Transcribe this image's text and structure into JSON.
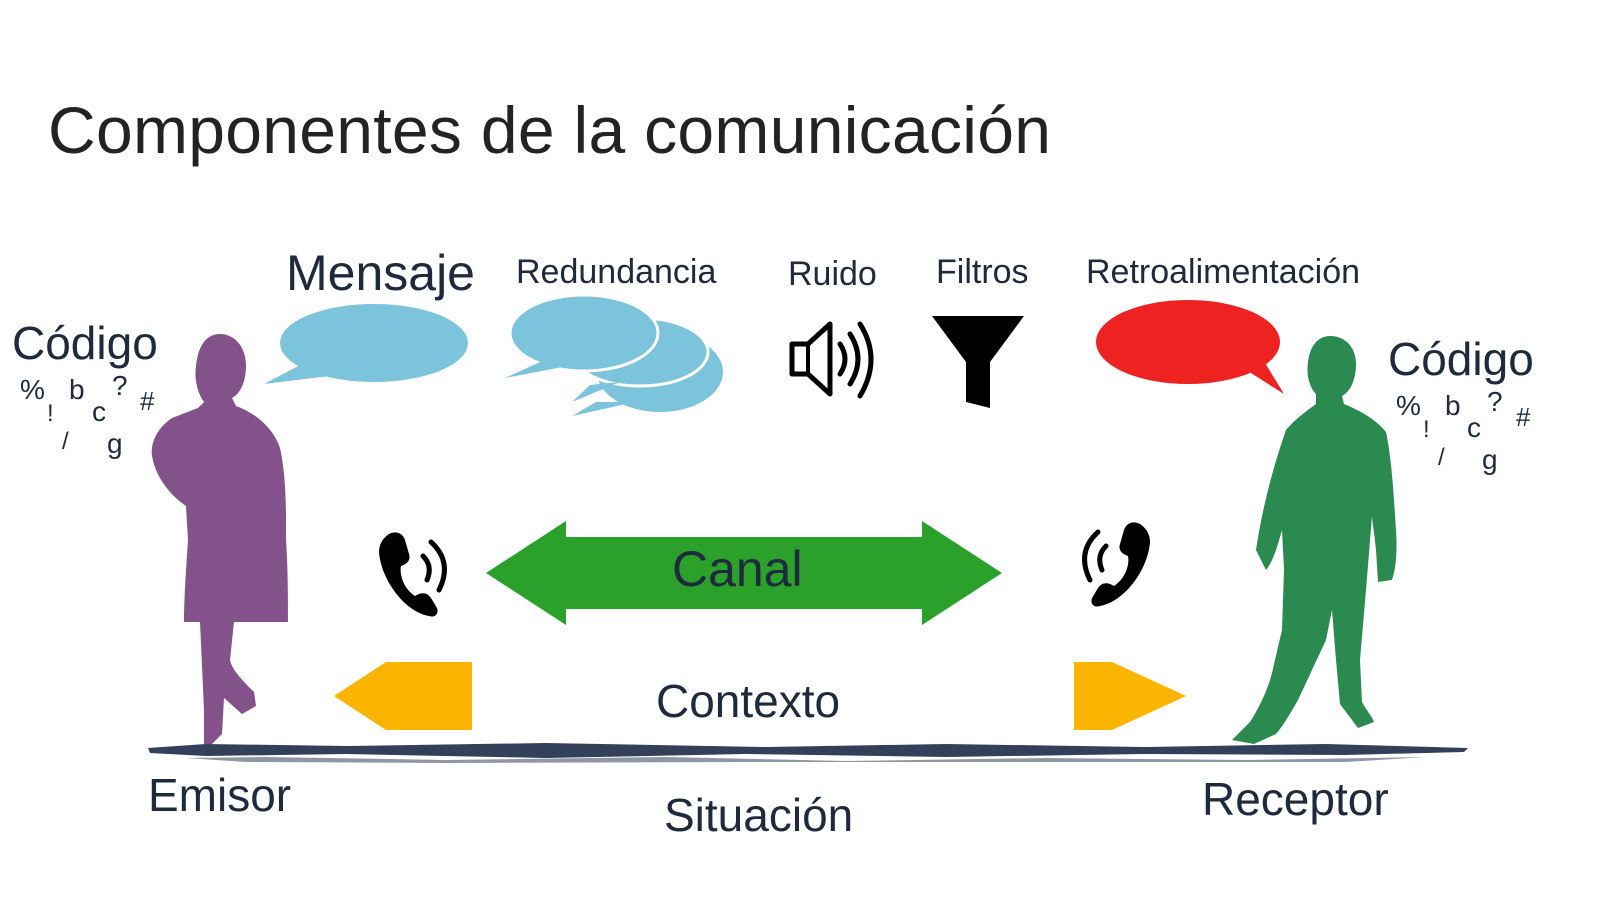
{
  "title": "Componentes de la comunicación",
  "labels": {
    "mensaje": "Mensaje",
    "redundancia": "Redundancia",
    "ruido": "Ruido",
    "filtros": "Filtros",
    "retroalimentacion": "Retroalimentación",
    "codigo_left": "Código",
    "codigo_right": "Código",
    "canal": "Canal",
    "contexto": "Contexto",
    "emisor": "Emisor",
    "receptor": "Receptor",
    "situacion": "Situación"
  },
  "code_symbols": [
    "%",
    "!",
    "/",
    "b",
    "c",
    "g",
    "?",
    "#"
  ],
  "colors": {
    "emisor": "#84528a",
    "receptor": "#2b8a50",
    "mensaje_bubble": "#7cc4dc",
    "retro_bubble": "#ee2221",
    "canal_arrow": "#2ba02a",
    "contexto_arrows": "#fbb400",
    "ground": "#33405a"
  },
  "icons": [
    "speech-bubble-icon",
    "double-speech-bubble-icon",
    "speaker-icon",
    "funnel-icon",
    "phone-icon"
  ]
}
